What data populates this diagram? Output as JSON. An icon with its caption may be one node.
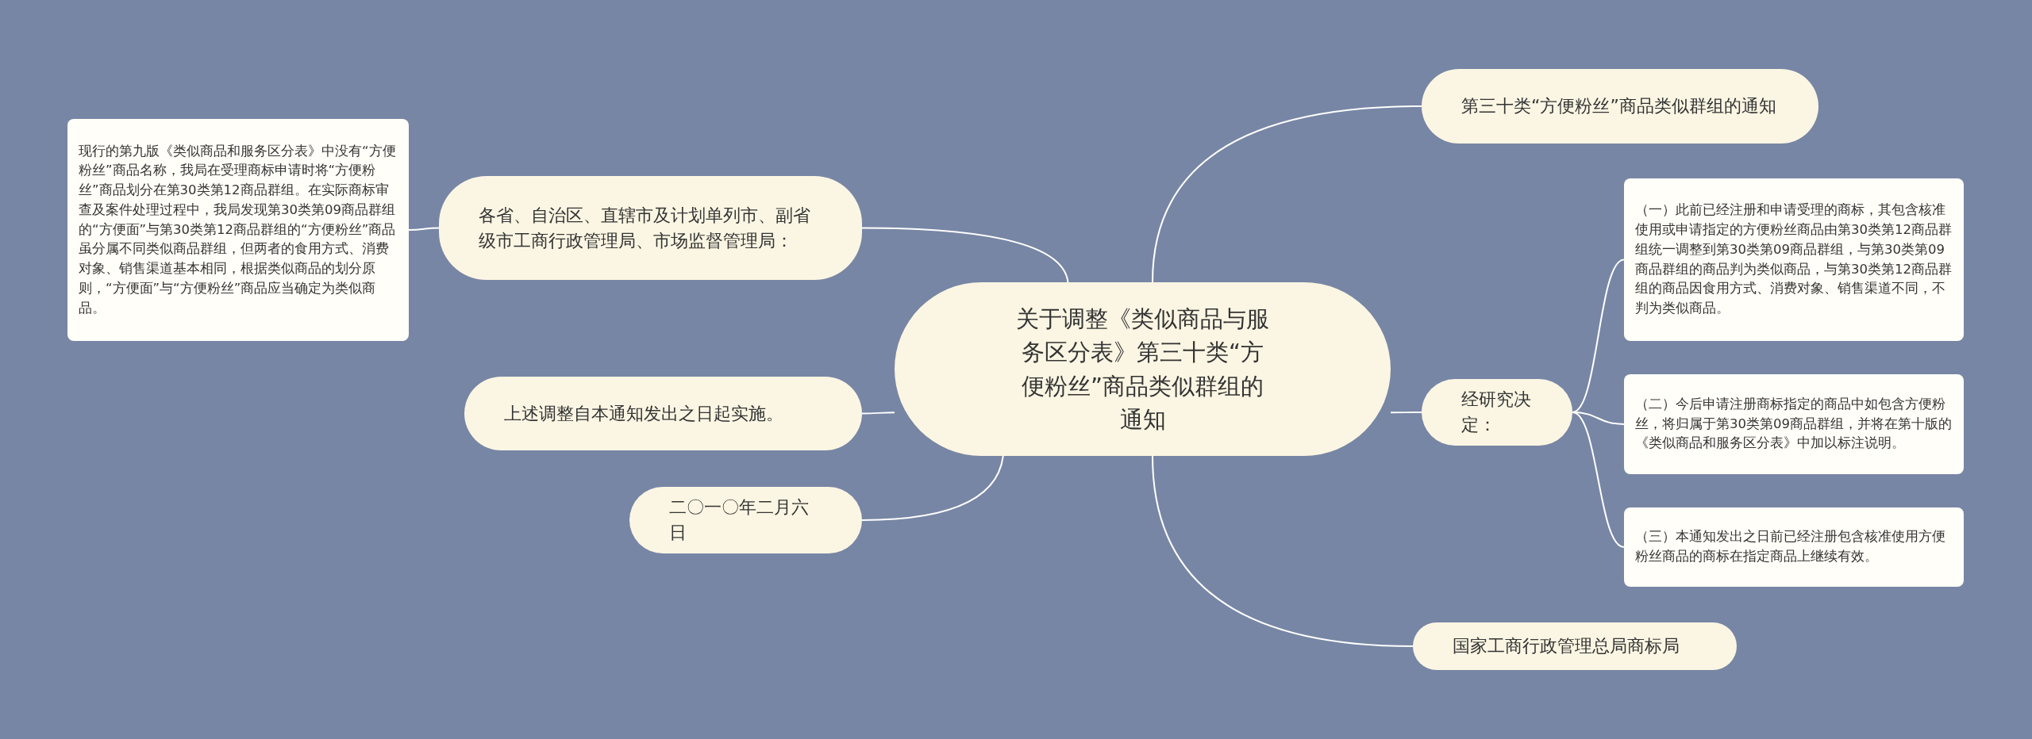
{
  "diagram": {
    "nodes": [
      {
        "text": [
          "关于调整《类似商品与服务区分表》第三十类“方便粉丝”商品类似群组的通知"
        ]
      },
      {
        "text": [
          "第三十类“方便粉丝”商品类似群组的通知"
        ]
      },
      {
        "text": [
          "经研究决定："
        ]
      },
      {
        "text": [
          "（一）此前已经注册和申请受理的商标，其包含核准使用或申请指定的方便粉丝商品由第30类第12商品群组统一调整到第30类第09商品群组，与第30类第09商品群组的商品判为类似商品，与第30类第12商品群组的商品因食用方式、消费对象、销售渠道不同，不判为类似商品。"
        ]
      },
      {
        "text": [
          "（二）今后申请注册商标指定的商品中如包含方便粉丝，将归属于第30类第09商品群组，并将在第十版的《类似商品和服务区分表》中加以标注说明。"
        ]
      },
      {
        "text": [
          "（三）本通知发出之日前已经注册包含核准使用方便粉丝商品的商标在指定商品上继续有效。"
        ]
      },
      {
        "text": [
          "国家工商行政管理总局商标局"
        ]
      },
      {
        "text": [
          "各省、自治区、直辖市及计划单列市、副省级市工商行政管理局、市场监督管理局："
        ]
      },
      {
        "text": [
          "现行的第九版《类似商品和服务区分表》中没有“方便粉丝”商品名称，我局在受理商标申请时将“方便粉丝”商品划分在第30类第12商品群组。在实际商标审查及案件处理过程中，我局发现第30类第09商品群组的“方便面”与第30类第12商品群组的“方便粉丝”商品虽分属不同类似商品群组，但两者的食用方式、消费对象、销售渠道基本相同，根据类似商品的划分原则，“方便面”与“方便粉丝”商品应当确定为类似商品。"
        ]
      },
      {
        "text": [
          "上述调整自本通知发出之日起实施。"
        ]
      },
      {
        "text": [
          "二〇一〇年二月六日"
        ]
      }
    ],
    "edges": [
      {
        "from": 0,
        "to": 1,
        "arrow": "none"
      },
      {
        "from": 0,
        "to": 2,
        "arrow": "none"
      },
      {
        "from": 2,
        "to": 3,
        "arrow": "none"
      },
      {
        "from": 2,
        "to": 4,
        "arrow": "none"
      },
      {
        "from": 2,
        "to": 5,
        "arrow": "none"
      },
      {
        "from": 0,
        "to": 6,
        "arrow": "none"
      },
      {
        "from": 0,
        "to": 7,
        "arrow": "none"
      },
      {
        "from": 7,
        "to": 8,
        "arrow": "none"
      },
      {
        "from": 0,
        "to": 9,
        "arrow": "none"
      },
      {
        "from": 0,
        "to": 10,
        "arrow": "none"
      }
    ]
  }
}
